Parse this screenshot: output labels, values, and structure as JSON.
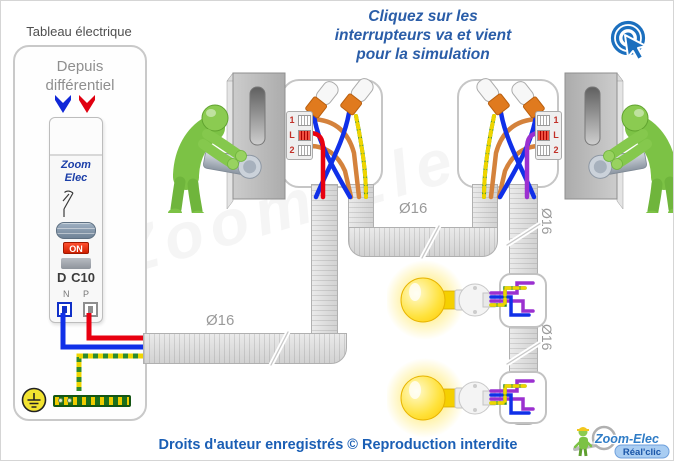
{
  "header": {
    "lines": [
      "Cliquez sur les",
      "interrupteurs va et vient",
      "pour la simulation"
    ]
  },
  "panel": {
    "title": "Tableau électrique",
    "subtitle_lines": [
      "Depuis",
      "différentiel"
    ],
    "breaker": {
      "brand_lines": [
        "Zoom",
        "Elec"
      ],
      "on_label": "ON",
      "curve_label": "D",
      "rating_label": "C10",
      "neutral_label": "N",
      "phase_label": "P"
    }
  },
  "switches": {
    "left": {
      "terminals": [
        "1",
        "L",
        "2"
      ]
    },
    "right": {
      "terminals": [
        "1",
        "L",
        "2"
      ]
    }
  },
  "conduits": {
    "labels": [
      "Ø16",
      "Ø16",
      "Ø16",
      "Ø16"
    ]
  },
  "footer": {
    "text": "Droits d'auteur enregistrés © Reproduction interdite"
  },
  "logo": {
    "name": "Zoom-Elec",
    "tagline": "Réal'clic"
  },
  "watermark": "© Zoom Elec",
  "colors": {
    "accent_blue": "#2A5DA8",
    "footer_blue": "#1B5FB5",
    "wire_phase_red": "#E80010",
    "wire_neutral_blue": "#1030E8",
    "wire_shuttle_orange": "#D4823C",
    "wire_lamp_return_purple": "#9B30D0",
    "wire_earth_green": "#2E8B2E",
    "wire_earth_yellow": "#EFD500",
    "figure_green": "#7CC245",
    "bulb_yellow": "#FFD400",
    "conduit_gray": "#D9D9D9",
    "on_button_red": "#E23010"
  }
}
